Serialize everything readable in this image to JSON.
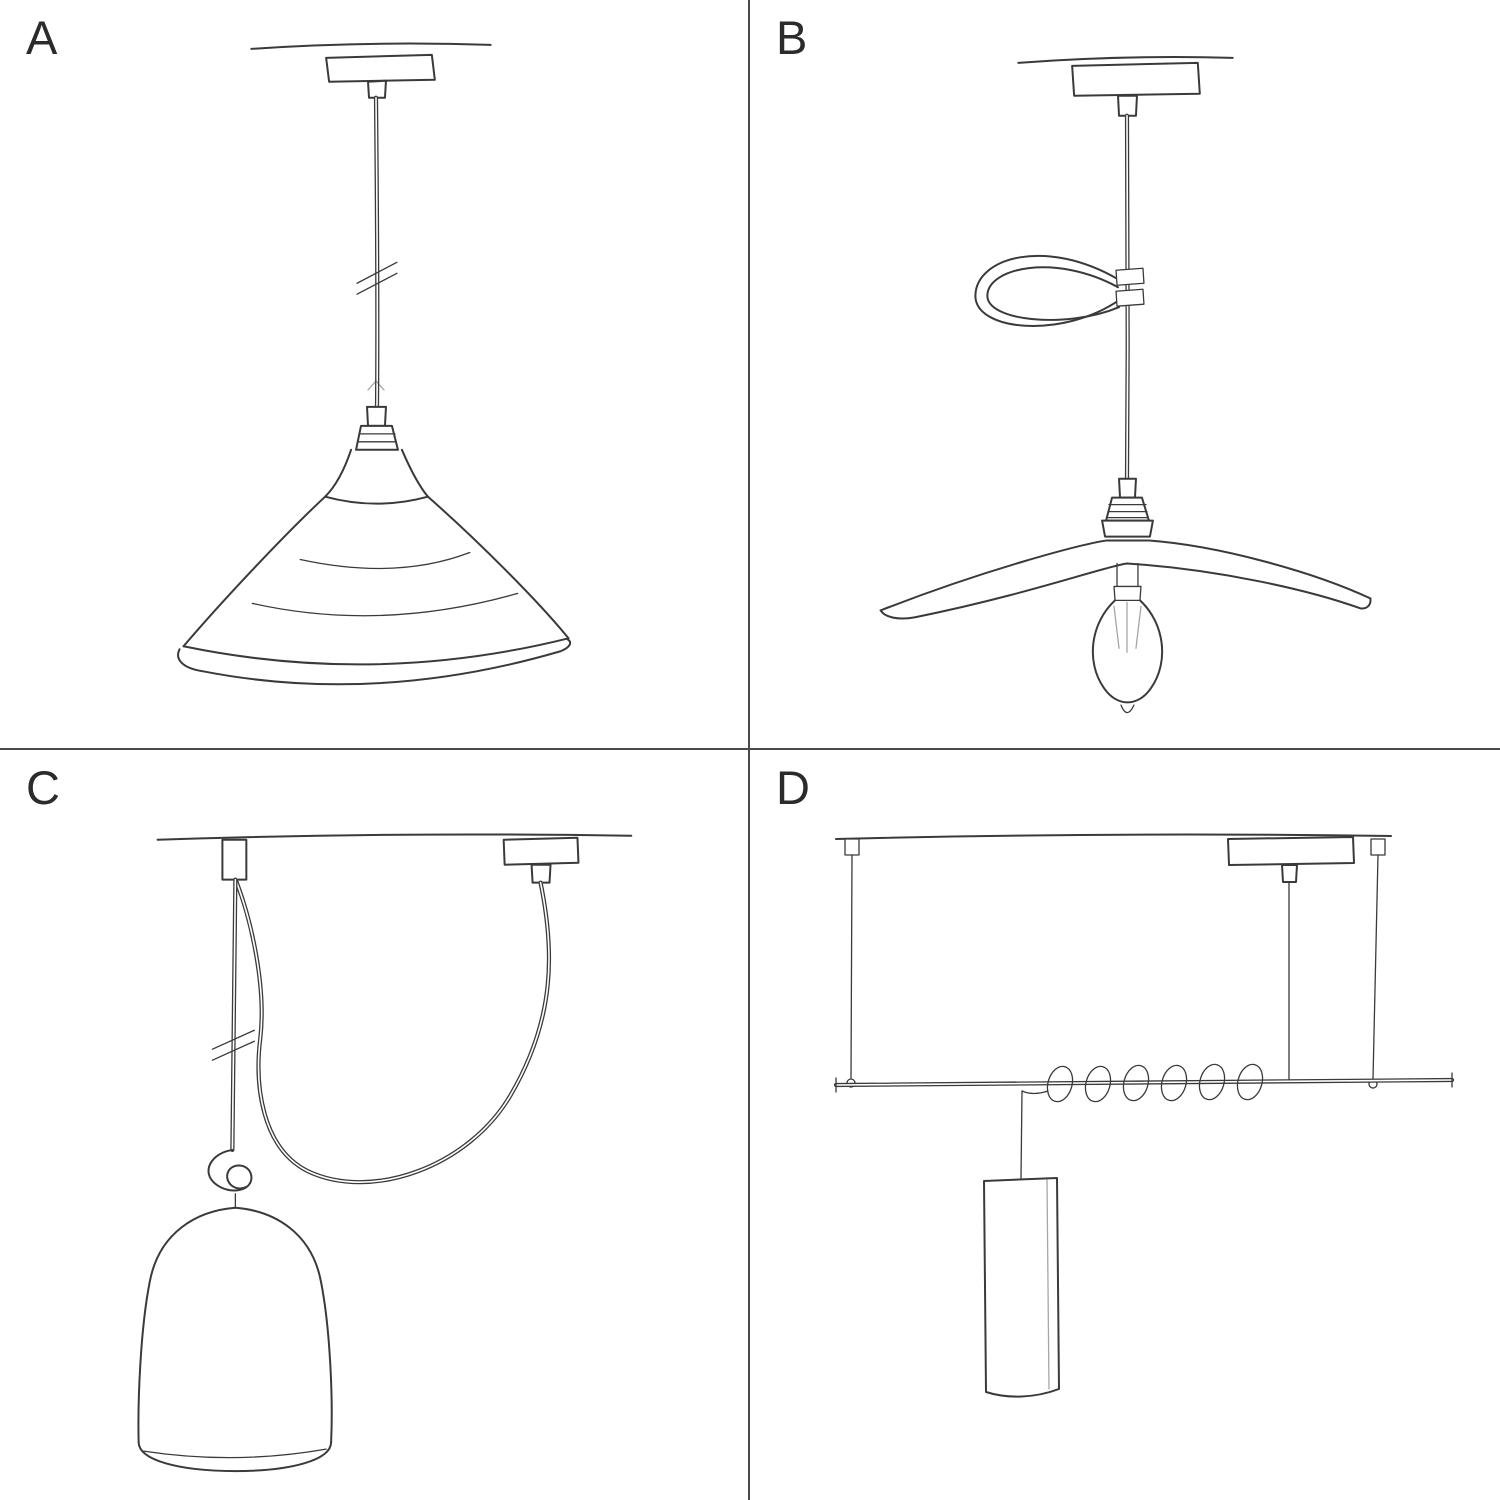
{
  "colors": {
    "ink": "#3a3a3a",
    "divider": "#4a4a4a",
    "background": "#ffffff"
  },
  "panels": [
    {
      "label": "A",
      "sketch": "pendant-straight-drop-bowl-shade-sketch"
    },
    {
      "label": "B",
      "sketch": "pendant-swag-hook-plate-shade-bulb-sketch"
    },
    {
      "label": "C",
      "sketch": "swag-pendant-hook-knot-bell-shade-sketch"
    },
    {
      "label": "D",
      "sketch": "ceiling-bar-coiled-cable-tube-pendant-sketch"
    }
  ]
}
